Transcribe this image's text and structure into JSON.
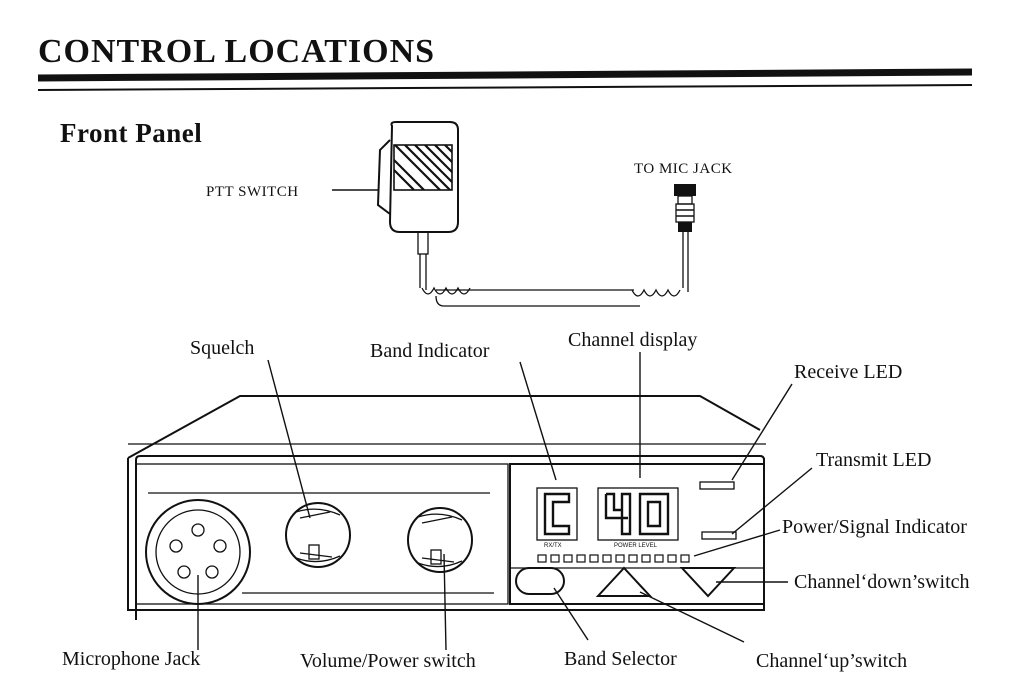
{
  "header": {
    "title": "CONTROL LOCATIONS",
    "subtitle": "Front Panel"
  },
  "microphone": {
    "ptt_label": "PTT SWITCH",
    "jack_label": "TO MIC JACK"
  },
  "display": {
    "band_char": "C",
    "channel_digits": "40",
    "rx_tx_label": "RX/TX",
    "power_level_label": "POWER LEVEL",
    "indicator_segments": 12
  },
  "callouts": {
    "squelch": "Squelch",
    "band_indicator": "Band Indicator",
    "channel_display": "Channel display",
    "receive_led": "Receive LED",
    "transmit_led": "Transmit LED",
    "power_signal": "Power/Signal Indicator",
    "channel_down": "Channel‘down’switch",
    "microphone_jack": "Microphone Jack",
    "volume_power": "Volume/Power switch",
    "band_selector": "Band Selector",
    "channel_up": "Channel‘up’switch"
  }
}
